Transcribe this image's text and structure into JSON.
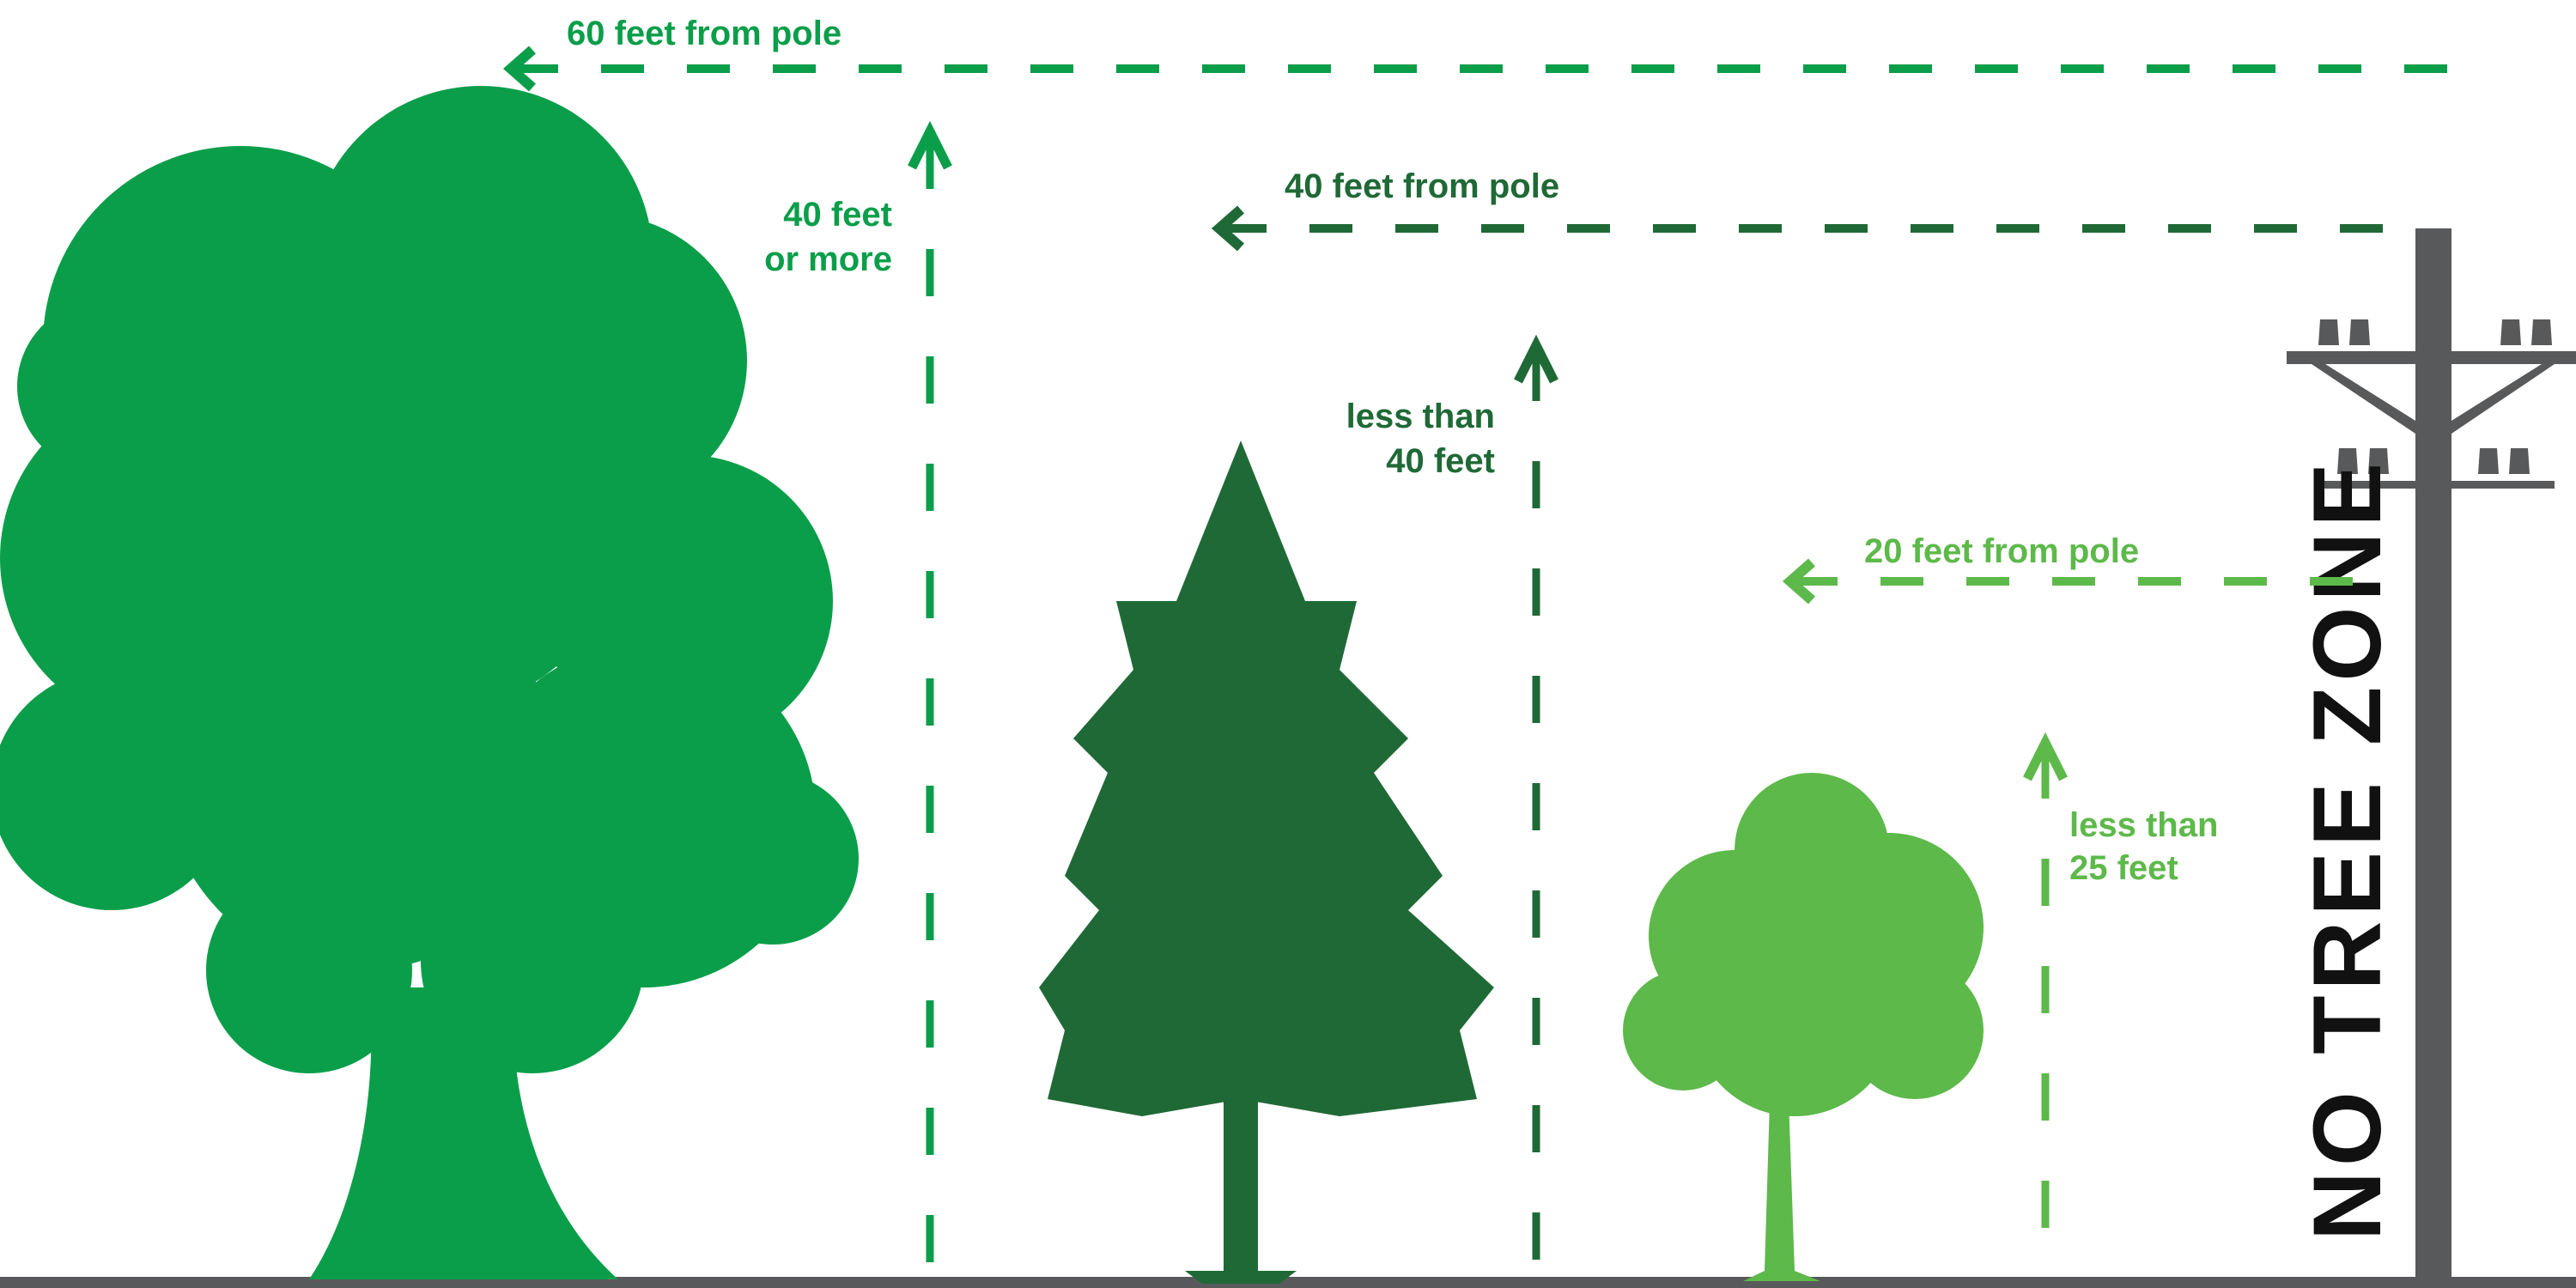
{
  "colors": {
    "large_tree": "#0B9E4A",
    "medium_tree": "#1F6936",
    "small_tree": "#5DB94A",
    "pole": "#58595B",
    "ground": "#58595B",
    "zone_text": "#111111"
  },
  "distances": {
    "large": "60 feet from pole",
    "medium": "40 feet from pole",
    "small": "20 feet from pole"
  },
  "heights": {
    "large": [
      "40 feet",
      "or more"
    ],
    "medium": [
      "less than",
      "40 feet"
    ],
    "small": [
      "less than",
      "25 feet"
    ]
  },
  "zone_label": "NO TREE ZONE"
}
